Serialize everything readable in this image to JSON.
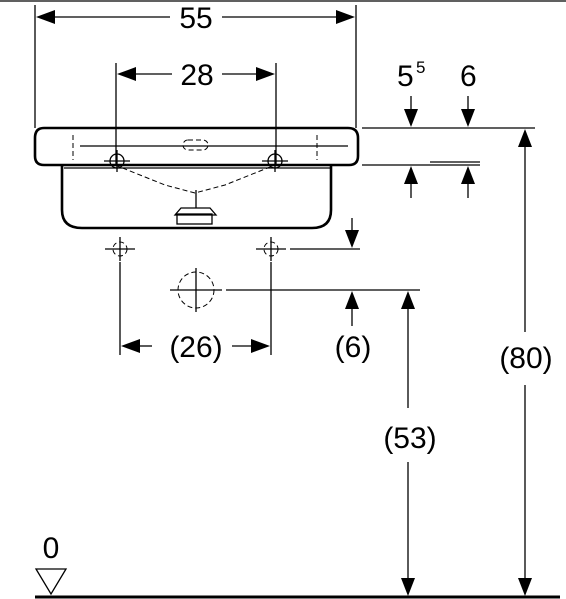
{
  "dimensions": {
    "overall_width": "55",
    "tap_hole_spacing": "28",
    "rim_offset_base": "5",
    "rim_offset_sup": "5",
    "rim_thickness": "6",
    "waste_spacing": "(26)",
    "waste_offset": "(6)",
    "waste_height": "(53)",
    "total_height": "(80)"
  },
  "floor": {
    "level_label": "0"
  }
}
